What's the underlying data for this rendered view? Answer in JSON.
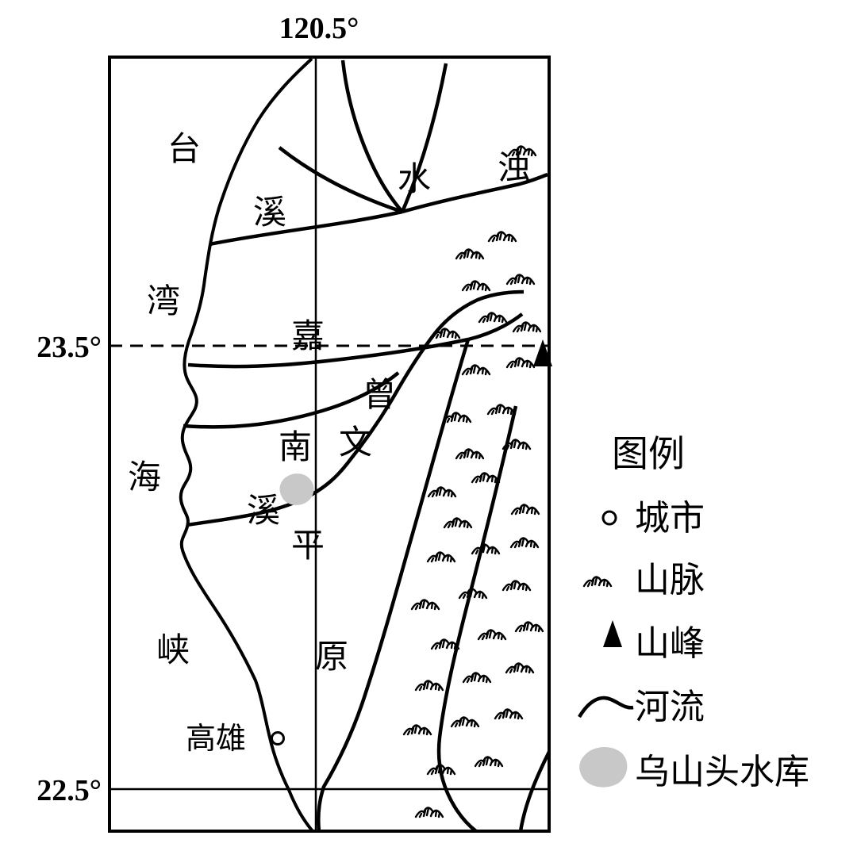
{
  "colors": {
    "ink": "#000000",
    "reservoir": "#c8c8c8",
    "background": "#ffffff"
  },
  "map": {
    "meridian_label": "120.5°",
    "parallel_north_label": "23.5°",
    "parallel_south_label": "22.5°",
    "strait_chars": [
      "台",
      "湾",
      "海",
      "峡"
    ],
    "zhuoshui_river_chars": [
      "浊",
      "水",
      "溪"
    ],
    "plain_chars": [
      "嘉",
      "南",
      "平",
      "原"
    ],
    "zengwen_river_chars": [
      "曾",
      "文",
      "溪"
    ],
    "city_label": "高雄"
  },
  "legend": {
    "title": "图例",
    "items": [
      {
        "label": "城市",
        "icon": "city-circle"
      },
      {
        "label": "山脉",
        "icon": "mountain-ridge"
      },
      {
        "label": "山峰",
        "icon": "peak-triangle"
      },
      {
        "label": "河流",
        "icon": "river-line"
      },
      {
        "label": "乌山头水库",
        "icon": "reservoir-patch"
      }
    ]
  },
  "icons": {
    "city": "small hollow circle",
    "mountain": "sketched ridge with hatching",
    "peak": "solid black triangle",
    "river": "curved black line",
    "reservoir": "gray irregular patch"
  }
}
